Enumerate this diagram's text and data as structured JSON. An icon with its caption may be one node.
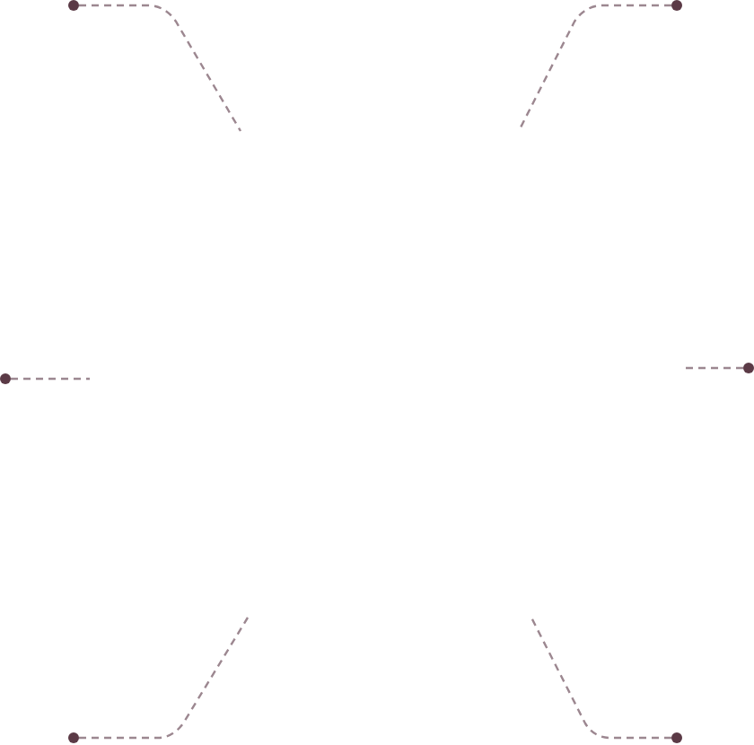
{
  "diagram": {
    "nodes": [
      {
        "text": [],
        "shape": "circle"
      },
      {
        "text": [],
        "shape": "circle"
      },
      {
        "text": [],
        "shape": "circle"
      },
      {
        "text": [],
        "shape": "circle"
      },
      {
        "text": [],
        "shape": "circle"
      },
      {
        "text": [],
        "shape": "circle"
      }
    ],
    "edges": [
      {
        "from": 0,
        "to": null,
        "arrow": "none",
        "style": "dashed"
      },
      {
        "from": 1,
        "to": null,
        "arrow": "none",
        "style": "dashed"
      },
      {
        "from": 2,
        "to": null,
        "arrow": "none",
        "style": "dashed"
      },
      {
        "from": 3,
        "to": null,
        "arrow": "none",
        "style": "dashed"
      },
      {
        "from": 4,
        "to": null,
        "arrow": "none",
        "style": "dashed"
      },
      {
        "from": 5,
        "to": null,
        "arrow": "none",
        "style": "dashed"
      }
    ]
  }
}
